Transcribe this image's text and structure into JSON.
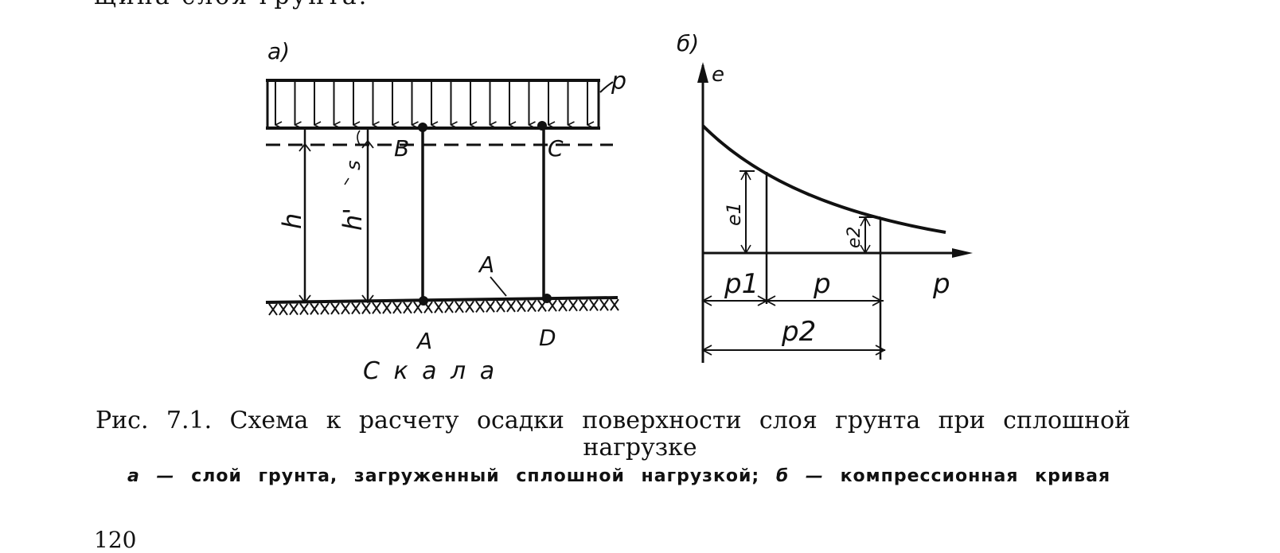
{
  "page": {
    "top_text": "щина слоя грунта.",
    "page_number": "120"
  },
  "figure_a": {
    "panel_label": "а)",
    "load_label": "p",
    "settlement_label": "s",
    "height_label": "h",
    "height_after_label": "h'",
    "point_B": "B",
    "point_C": "C",
    "point_A_base": "A",
    "point_D": "D",
    "line_label_A": "A",
    "bedrock_label": "С к а л а"
  },
  "figure_b": {
    "panel_label": "б)",
    "y_axis_label": "e",
    "x_axis_label": "p",
    "e1_label": "e1",
    "e2_label": "e2",
    "p1_label": "p1",
    "p_label": "p",
    "p2_label": "p2"
  },
  "caption": {
    "title_line1": "Рис. 7.1. Схема к расчету осадки поверхности слоя грунта при сплошной",
    "title_line2": "нагрузке",
    "sub_a_key": "а —",
    "sub_a_text": "слой грунта, загруженный сплошной нагрузкой;",
    "sub_b_key": "б —",
    "sub_b_text": "компрессионная кривая"
  }
}
